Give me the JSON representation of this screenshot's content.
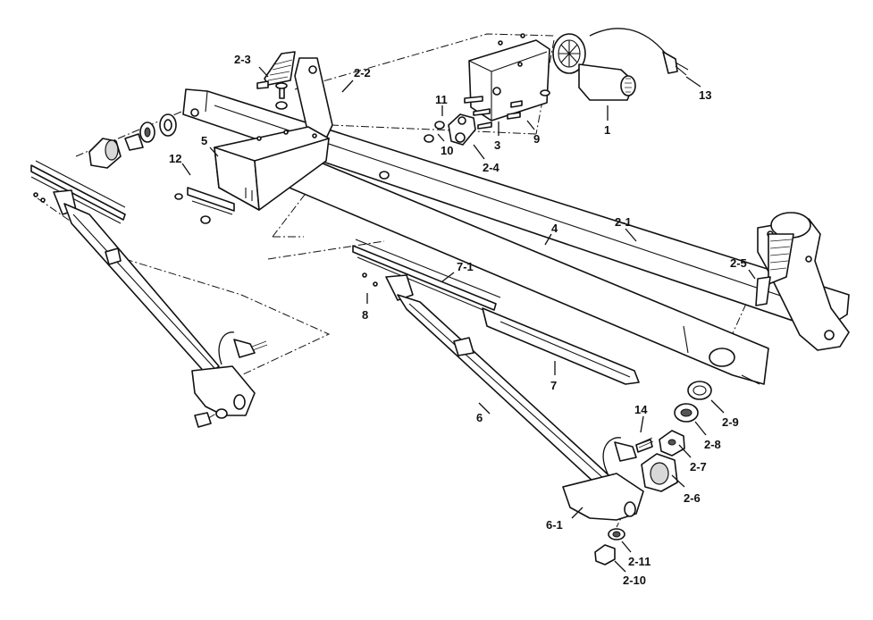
{
  "callouts": [
    {
      "id": "c-1",
      "text": "1"
    },
    {
      "id": "c-2-1",
      "text": "2-1"
    },
    {
      "id": "c-2-2",
      "text": "2-2"
    },
    {
      "id": "c-2-3",
      "text": "2-3"
    },
    {
      "id": "c-2-4",
      "text": "2-4"
    },
    {
      "id": "c-2-5",
      "text": "2-5"
    },
    {
      "id": "c-2-6",
      "text": "2-6"
    },
    {
      "id": "c-2-7",
      "text": "2-7"
    },
    {
      "id": "c-2-8",
      "text": "2-8"
    },
    {
      "id": "c-2-9",
      "text": "2-9"
    },
    {
      "id": "c-2-10",
      "text": "2-10"
    },
    {
      "id": "c-2-11",
      "text": "2-11"
    },
    {
      "id": "c-3",
      "text": "3"
    },
    {
      "id": "c-4",
      "text": "4"
    },
    {
      "id": "c-5",
      "text": "5"
    },
    {
      "id": "c-6",
      "text": "6"
    },
    {
      "id": "c-6-1",
      "text": "6-1"
    },
    {
      "id": "c-7",
      "text": "7"
    },
    {
      "id": "c-7-1",
      "text": "7-1"
    },
    {
      "id": "c-8",
      "text": "8"
    },
    {
      "id": "c-9",
      "text": "9"
    },
    {
      "id": "c-10",
      "text": "10"
    },
    {
      "id": "c-11",
      "text": "11"
    },
    {
      "id": "c-12",
      "text": "12"
    },
    {
      "id": "c-13",
      "text": "13"
    },
    {
      "id": "c-14",
      "text": "14"
    }
  ]
}
